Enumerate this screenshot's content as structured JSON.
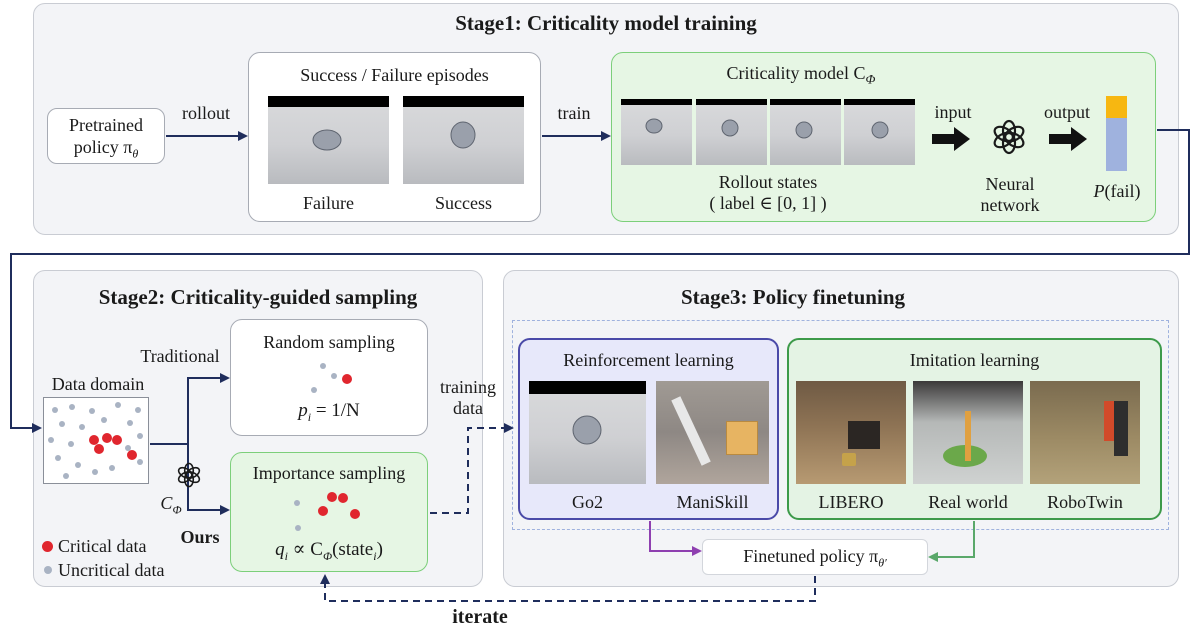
{
  "stage1": {
    "title": "Stage1: Criticality model training",
    "pretrained_line1": "Pretrained",
    "pretrained_line2": "policy π",
    "pretrained_sub": "θ",
    "rollout": "rollout",
    "episodes_title": "Success / Failure episodes",
    "failure": "Failure",
    "success": "Success",
    "train": "train",
    "model_title": "Criticality model C",
    "model_sub": "Φ",
    "rollout_states": "Rollout states",
    "label_range": "( label ∈ [0, 1] )",
    "input": "input",
    "output": "output",
    "nn_line1": "Neural",
    "nn_line2": "network",
    "pfail": "P",
    "pfail_rest": "(fail)"
  },
  "stage2": {
    "title": "Stage2: Criticality-guided sampling",
    "traditional": "Traditional",
    "random_title": "Random sampling",
    "random_formula": "p",
    "random_sub": "i",
    "random_rest": " = 1/N",
    "data_domain": "Data domain",
    "c_phi": "C",
    "c_phi_sub": "Φ",
    "ours": "Ours",
    "importance_title": "Importance sampling",
    "importance_q": "q",
    "importance_sub": "i",
    "importance_mid": " ∝ C",
    "importance_phi": "Φ",
    "importance_rest": "(state",
    "importance_i": "i",
    "importance_close": ")",
    "critical": "Critical data",
    "uncritical": "Uncritical data",
    "training_line1": "training",
    "training_line2": "data"
  },
  "stage3": {
    "title": "Stage3: Policy finetuning",
    "rl_title": "Reinforcement learning",
    "il_title": "Imitation learning",
    "go2": "Go2",
    "maniskill": "ManiSkill",
    "libero": "LIBERO",
    "realworld": "Real world",
    "robotwin": "RoboTwin",
    "finetuned": "Finetuned policy π",
    "finetuned_sub": "θ′"
  },
  "iterate": "iterate",
  "colors": {
    "arrow_navy": "#1f2d5c",
    "critical_red": "#e0262e",
    "uncritical_grey": "#a9b3c3",
    "rl_border": "#4a4aa8",
    "il_border": "#3d9a4a",
    "pfail_orange": "#f7b711",
    "pfail_blue": "#9fb2de",
    "purple_arrow": "#8e3fb0",
    "green_arrow": "#5aa86a"
  }
}
